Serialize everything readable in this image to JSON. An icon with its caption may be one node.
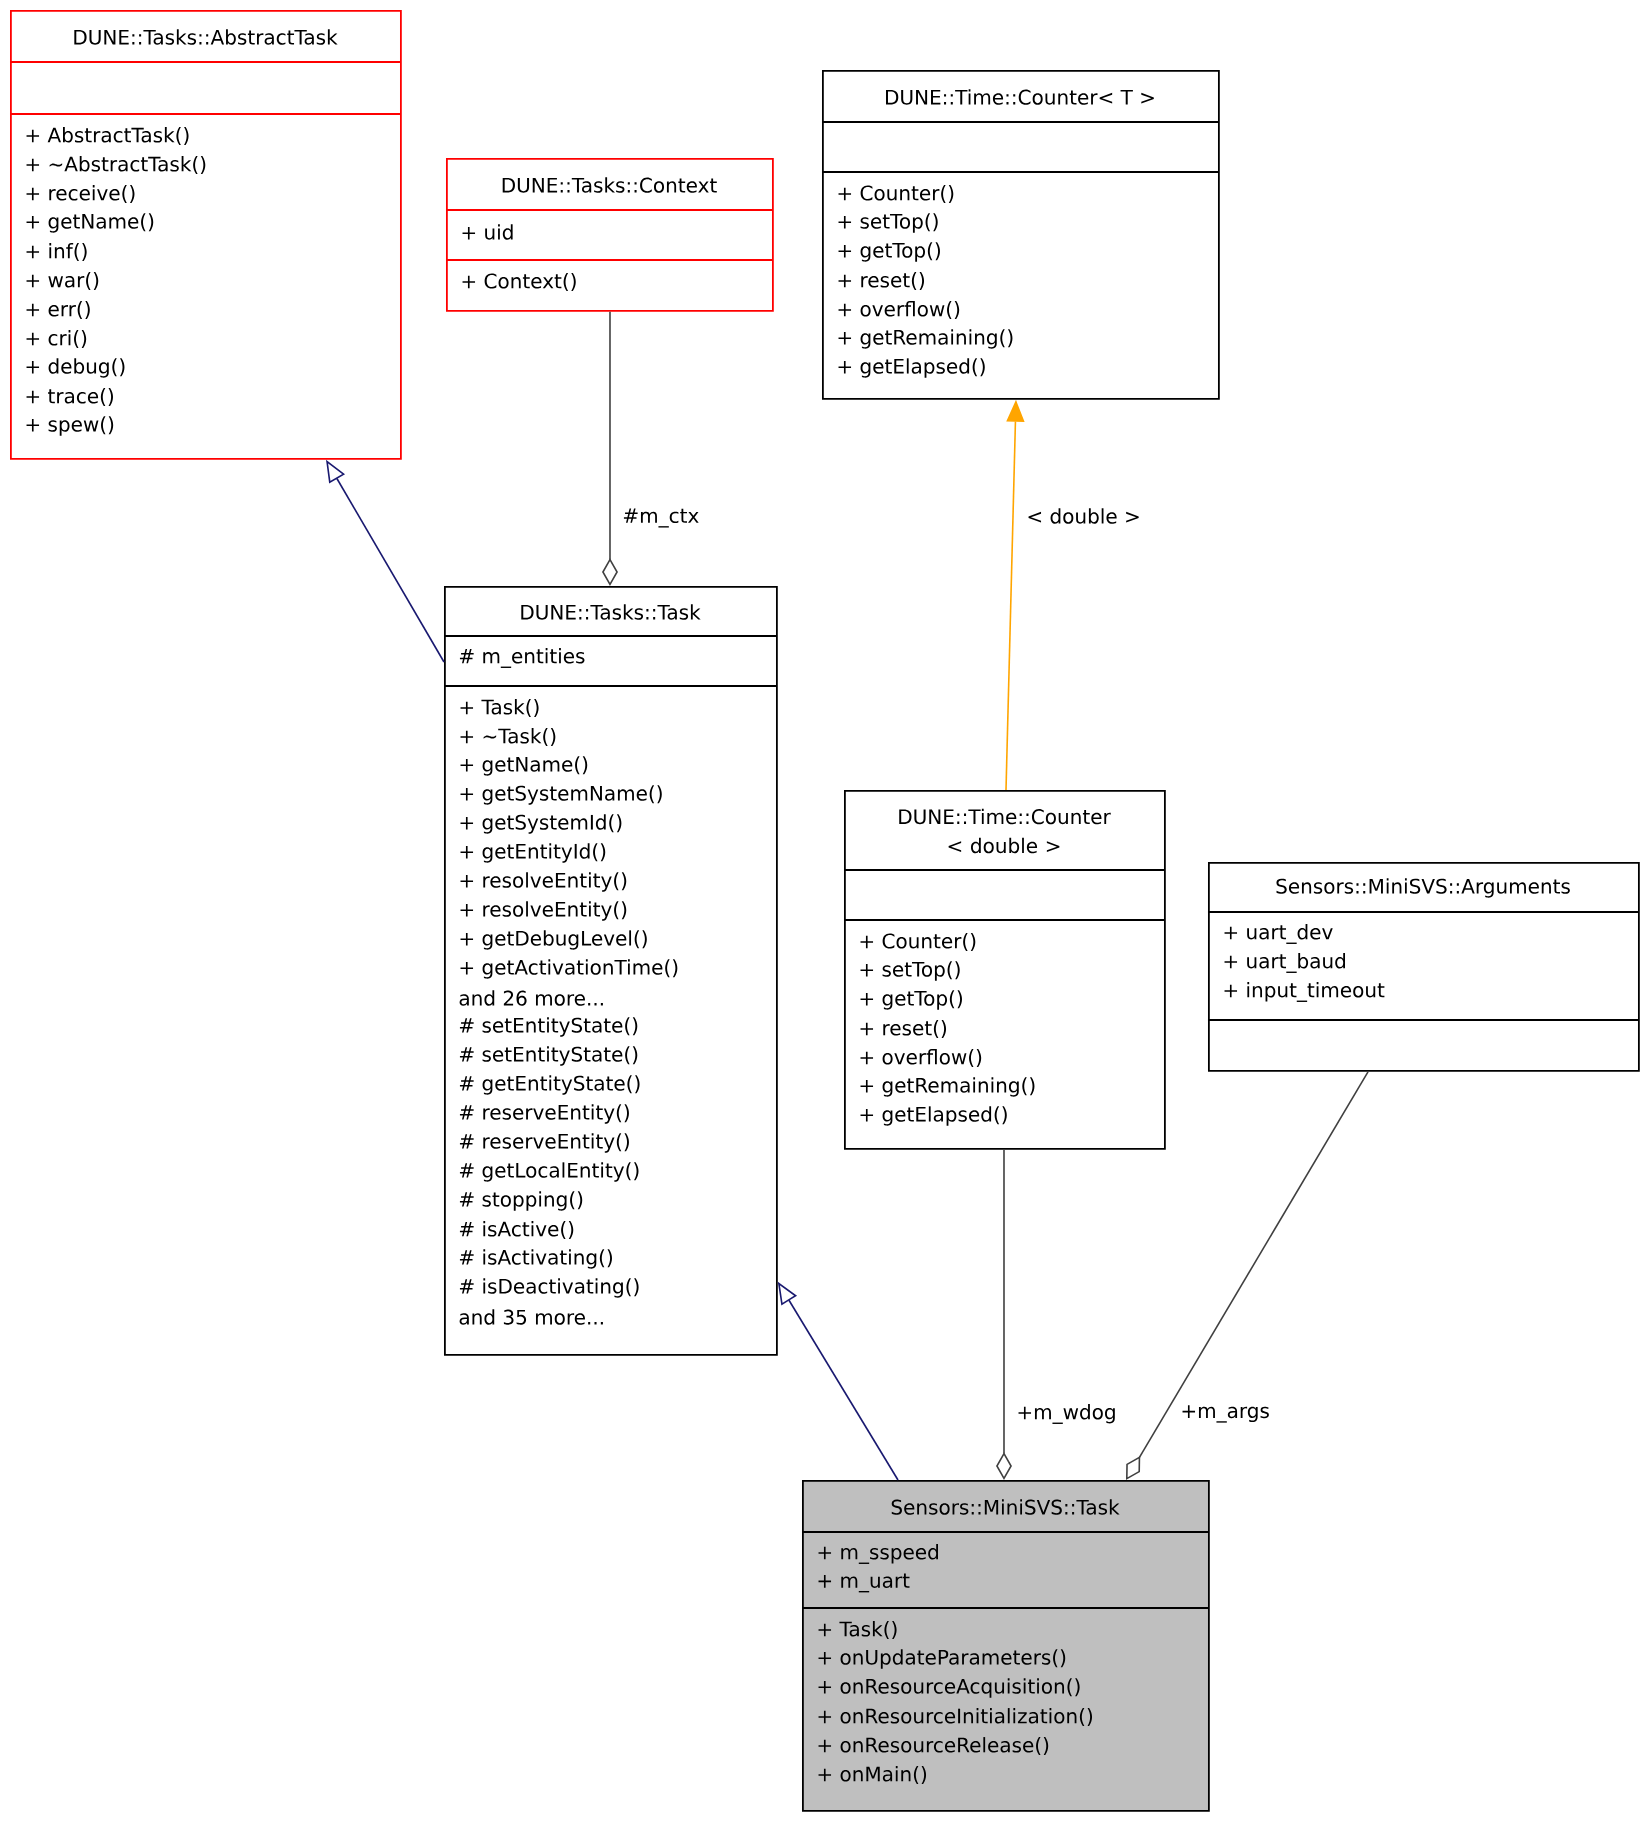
{
  "diagram": {
    "nodes": [
      {
        "text": [
          "DUNE::Tasks::AbstractTask",
          "+ AbstractTask()",
          "+ ~AbstractTask()",
          "+ receive()",
          "+ getName()",
          "+ inf()",
          "+ war()",
          "+ err()",
          "+ cri()",
          "+ debug()",
          "+ trace()",
          "+ spew()"
        ]
      },
      {
        "text": [
          "DUNE::Tasks::Context",
          "+ uid",
          "+ Context()"
        ]
      },
      {
        "text": [
          "DUNE::Time::Counter< T >",
          "+ Counter()",
          "+ setTop()",
          "+ getTop()",
          "+ reset()",
          "+ overflow()",
          "+ getRemaining()",
          "+ getElapsed()"
        ]
      },
      {
        "text": [
          "DUNE::Tasks::Task",
          "# m_entities",
          "+ Task()",
          "+ ~Task()",
          "+ getName()",
          "+ getSystemName()",
          "+ getSystemId()",
          "+ getEntityId()",
          "+ resolveEntity()",
          "+ resolveEntity()",
          "+ getDebugLevel()",
          "+ getActivationTime()",
          "and 26 more...",
          "# setEntityState()",
          "# setEntityState()",
          "# getEntityState()",
          "# reserveEntity()",
          "# reserveEntity()",
          "# getLocalEntity()",
          "# stopping()",
          "# isActive()",
          "# isActivating()",
          "# isDeactivating()",
          "and 35 more..."
        ]
      },
      {
        "text": [
          "DUNE::Time::Counter < double >",
          "+ Counter()",
          "+ setTop()",
          "+ getTop()",
          "+ reset()",
          "+ overflow()",
          "+ getRemaining()",
          "+ getElapsed()"
        ]
      },
      {
        "text": [
          "Sensors::MiniSVS::Arguments",
          "+ uart_dev",
          "+ uart_baud",
          "+ input_timeout"
        ]
      },
      {
        "text": [
          "Sensors::MiniSVS::Task",
          "+ m_sspeed",
          "+ m_uart",
          "+ Task()",
          "+ onUpdateParameters()",
          "+ onResourceAcquisition()",
          "+ onResourceInitialization()",
          "+ onResourceRelease()",
          "+ onMain()"
        ]
      }
    ],
    "edges": [
      {
        "from": 3,
        "to": 0,
        "arrow": "to",
        "color": "#191970"
      },
      {
        "from": 1,
        "to": 3,
        "arrow": "other",
        "label": "#m_ctx"
      },
      {
        "from": 4,
        "to": 2,
        "arrow": "to",
        "color": "#ffa500",
        "label": "< double >"
      },
      {
        "from": 6,
        "to": 3,
        "arrow": "to",
        "color": "#191970"
      },
      {
        "from": 4,
        "to": 6,
        "arrow": "other",
        "label": "+m_wdog"
      },
      {
        "from": 5,
        "to": 6,
        "arrow": "other",
        "label": "+m_args"
      }
    ]
  }
}
